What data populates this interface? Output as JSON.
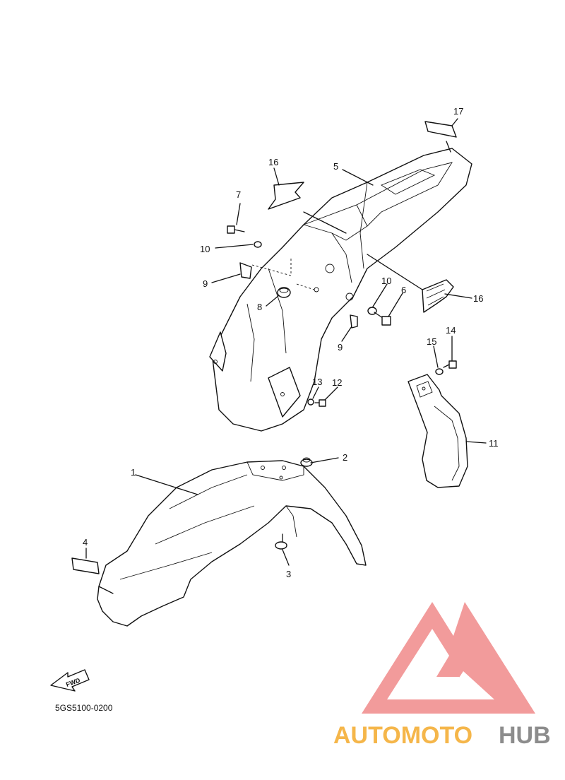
{
  "diagram": {
    "callouts": {
      "c1": "1",
      "c2": "2",
      "c3": "3",
      "c4": "4",
      "c5": "5",
      "c6": "6",
      "c7": "7",
      "c8": "8",
      "c9a": "9",
      "c9b": "9",
      "c10a": "10",
      "c10b": "10",
      "c11": "11",
      "c12": "12",
      "c13": "13",
      "c14": "14",
      "c15": "15",
      "c16a": "16",
      "c16b": "16",
      "c17": "17"
    },
    "fwd_label": "FWD",
    "diagram_code": "5GS5100-0200"
  },
  "watermark": {
    "text_orange": "AUTOMOTO",
    "text_gray": "HUB",
    "colors": {
      "red": "#f08a8a",
      "orange": "#f5b64a",
      "gray": "#8c8c8c"
    }
  }
}
